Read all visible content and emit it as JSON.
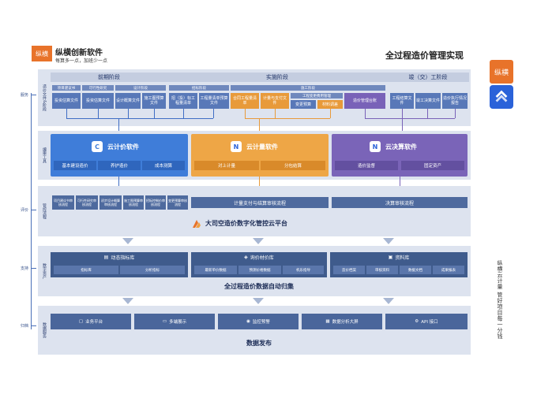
{
  "header": {
    "logo_text": "纵横",
    "brand": "纵横创新软件",
    "slogan": "每算多一点，加班少一点",
    "title": "全过程造价管理实现"
  },
  "side": {
    "logo_text": "纵横",
    "vertical_text": "纵横云计量  管好项目每一分钱"
  },
  "left_tags": [
    "服务",
    "评价",
    "支持",
    "归档"
  ],
  "band_labels": {
    "docs": "造价文件&阶段",
    "tools": "编审工具",
    "process": "管控流程",
    "assets": "数字资产",
    "publish": "数据服务"
  },
  "stages": {
    "pre": "前期阶段",
    "impl": "实施阶段",
    "post": "竣（交）工阶段"
  },
  "sub_heads": {
    "pre": [
      "项目建议书",
      "可行性研究",
      "设计阶段"
    ],
    "impl": [
      "招标阶段",
      "施工阶段"
    ],
    "impl_sub": "工程变更费用管理"
  },
  "docs": {
    "pre": [
      "投资估算文件",
      "投资估算文件",
      "设计概算文件",
      "施工图预算文件"
    ],
    "impl": [
      "招（投）标工程量清单",
      "工程量清单预算文件",
      "合同工程量清单",
      "计量与支付文件",
      "变更预算",
      "材料调差",
      "造价管理台账"
    ],
    "post": [
      "工程结算文件",
      "竣工决算文件",
      "造价执行情况报告"
    ]
  },
  "software": [
    {
      "name": "云计价软件",
      "icon": "C",
      "items": [
        "基本建设造价",
        "养护造价",
        "成本测算"
      ]
    },
    {
      "name": "云计量软件",
      "icon": "N",
      "items": [
        "对上计量",
        "分包结算"
      ]
    },
    {
      "name": "云决算软件",
      "icon": "N",
      "items": [
        "造价监督",
        "固定资产"
      ]
    }
  ],
  "process": {
    "cells": [
      "项目建议书审核流程",
      "可行性研究审核流程",
      "初步设计概算审核流程",
      "施工图预算审核流程",
      "招标控制价审核流程",
      "变更预算审核流程"
    ],
    "wide": [
      "计量支付与结算审核流程",
      "决算审核流程"
    ],
    "platform": "大司空造价数字化管控云平台"
  },
  "assets": {
    "groups": [
      {
        "name": "动态指标库",
        "items": [
          "指标库",
          "分析指标"
        ]
      },
      {
        "name": "询价材价库",
        "items": [
          "最新单价数据",
          "预测价格数据",
          "机乐指导"
        ]
      },
      {
        "name": "资料库",
        "items": [
          "造价档案",
          "审核资料",
          "数据文档",
          "成果报表"
        ]
      }
    ],
    "title": "全过程造价数据自动归集"
  },
  "publish": {
    "items": [
      "业务平台",
      "多端展示",
      "监控预警",
      "数据分析大屏",
      "API 接口"
    ],
    "title": "数据发布"
  },
  "colors": {
    "blue": "#3f6dc4",
    "orange": "#e89a3a",
    "purple": "#7962b8",
    "band": "#dde3ef"
  }
}
